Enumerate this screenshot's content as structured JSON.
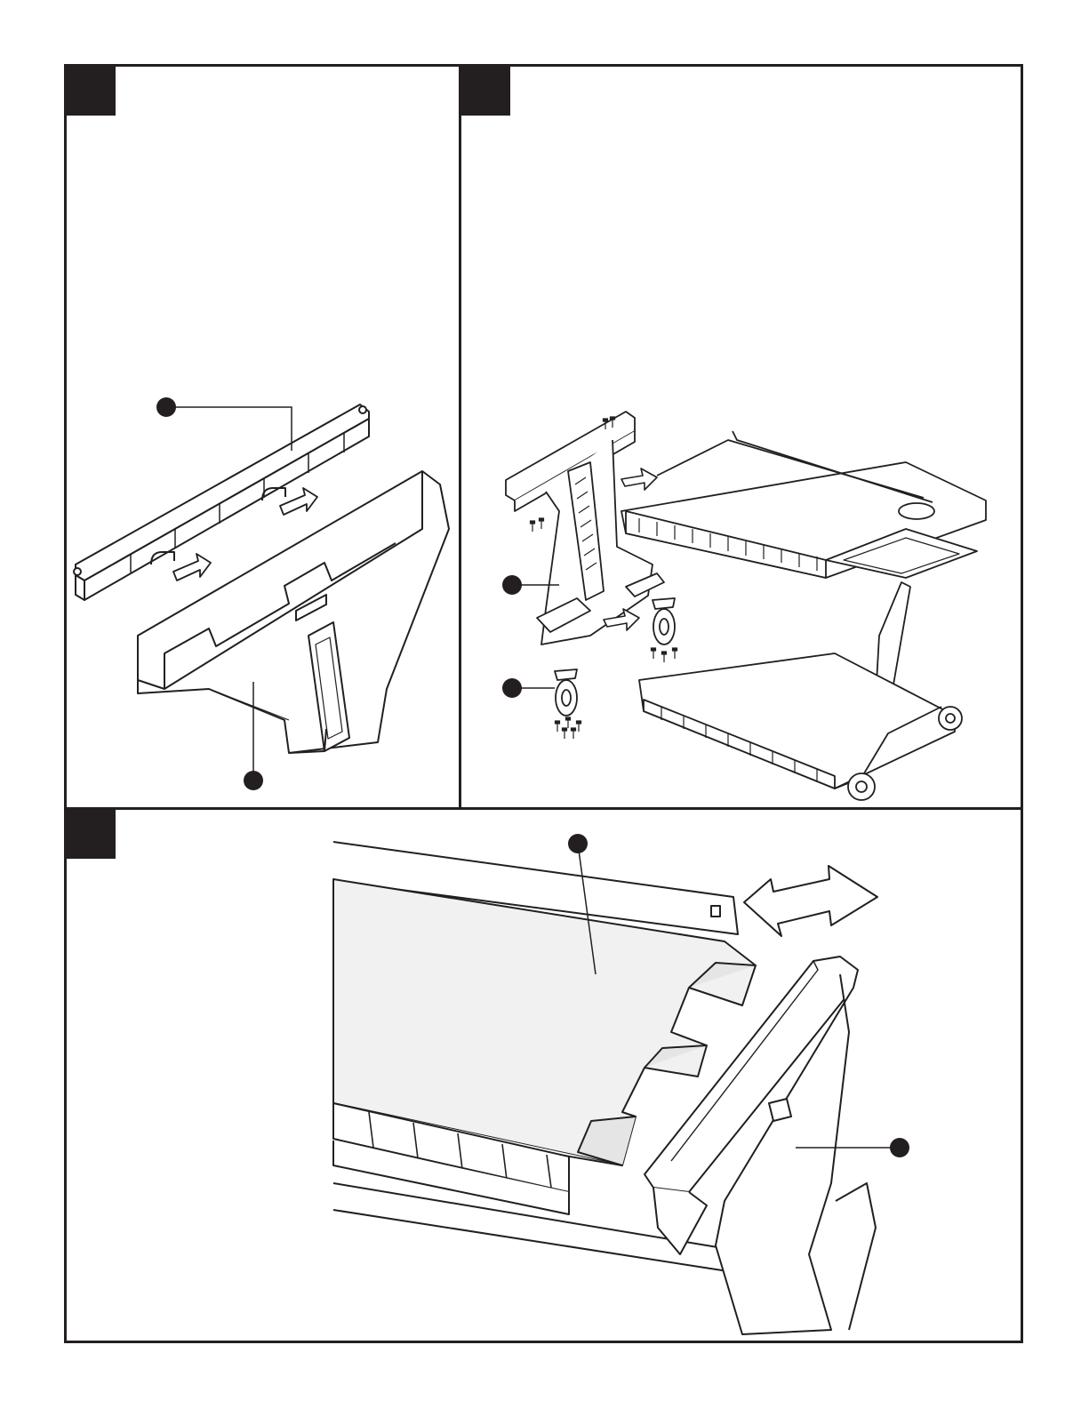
{
  "page": {
    "background": "#ffffff",
    "ink": "#231f20"
  },
  "steps": [
    {
      "id": "step-1",
      "number": ""
    },
    {
      "id": "step-2",
      "number": ""
    },
    {
      "id": "step-3",
      "number": ""
    }
  ],
  "icons": {
    "arrow": "arrow-icon",
    "double_arrow": "double-arrow-icon",
    "screw": "screw-icon",
    "callout": "callout-dot-icon"
  }
}
